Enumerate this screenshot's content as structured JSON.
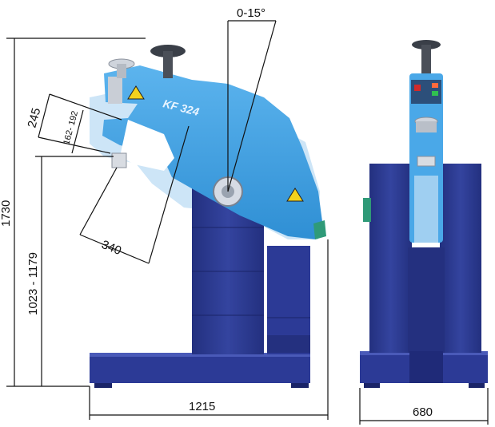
{
  "model_label": "KF 324",
  "dimensions": {
    "angle": "0-15°",
    "height_total": "1730",
    "work_height": "1023 - 1179",
    "throat_opening": "245",
    "stroke_range": "162- 192",
    "throat_depth": "340",
    "length": "1215",
    "width": "680"
  },
  "colors": {
    "machine_blue": "#3f9fe0",
    "machine_blue_light": "#a9d3f2",
    "stand_navy": "#2c3a96",
    "stand_navy_dark": "#1f2a78",
    "warning_yellow": "#f4d21c",
    "panel_green": "#2f9a78"
  }
}
